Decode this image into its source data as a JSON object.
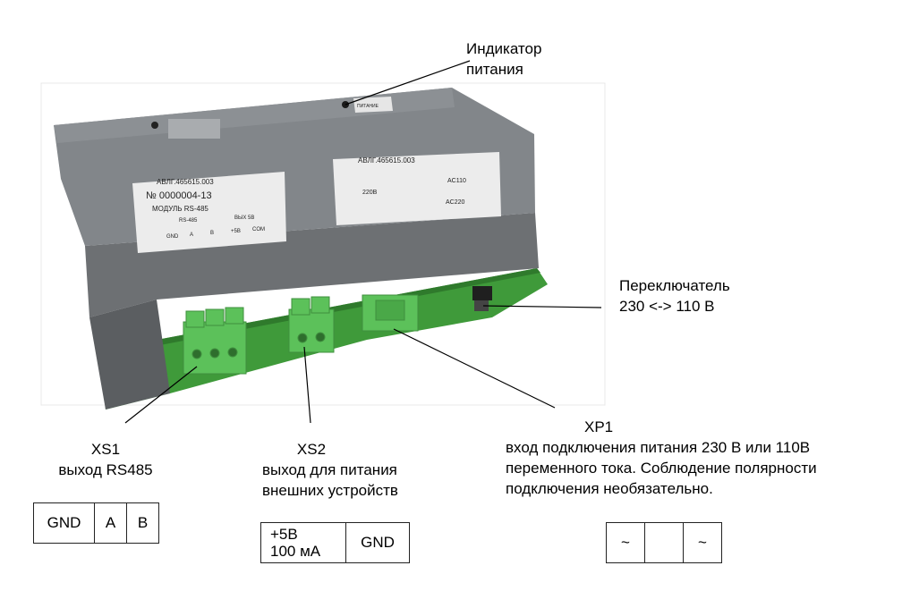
{
  "labels": {
    "power_indicator": [
      "Индикатор",
      "питания"
    ],
    "switch": [
      "Переключатель",
      "230 <-> 110 В"
    ],
    "xs1": {
      "title": "XS1",
      "desc": "выход RS485"
    },
    "xs2": {
      "title": "XS2",
      "desc": [
        "выход для питания",
        "внешних устройств"
      ]
    },
    "xp1": {
      "title": "XP1",
      "desc": [
        "вход подключения питания 230 В или 110В",
        "переменного тока. Соблюдение полярности",
        "подключения необязательно."
      ]
    }
  },
  "device_sticker_left": [
    "АВЛГ.465615.003",
    "№ 0000004-13",
    "МОДУЛЬ RS-485",
    "RS-485",
    "ВЫХ 5В",
    "GND",
    "A",
    "B",
    "+5В",
    "COM"
  ],
  "device_sticker_right": [
    "АВЛГ.465615.003",
    "220В",
    "AC110",
    "AC220"
  ],
  "device_top_sticker": "ПИТАНИЕ",
  "pin_tables": {
    "xs1": [
      "GND",
      "A",
      "B"
    ],
    "xs2": {
      "cell1": [
        "+5В",
        "100 мА"
      ],
      "cell2": "GND"
    },
    "xp1": [
      "~",
      "",
      "~"
    ]
  },
  "colors": {
    "case": "#7a7d80",
    "board": "#3f9a3a",
    "terminal": "#5cc15a"
  }
}
